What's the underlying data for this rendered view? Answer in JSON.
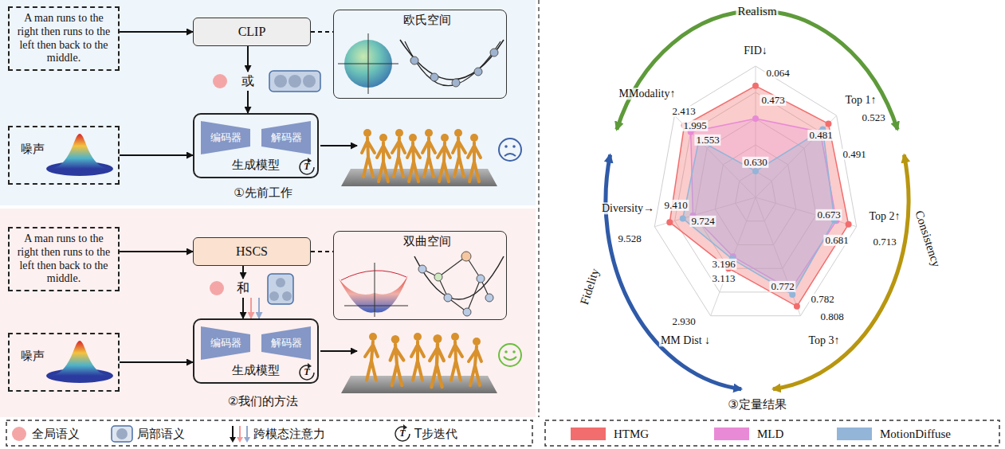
{
  "diagram": {
    "nodes": [
      {
        "text": [
          "①先前工作"
        ]
      },
      {
        "text": [
          "A man runs to the right then runs to the left then back to the middle."
        ],
        "in": 0
      },
      {
        "text": [
          "CLIP"
        ],
        "in": 0
      },
      {
        "text": [
          "欧氏空间"
        ],
        "in": 0
      },
      {
        "text": [
          "或"
        ],
        "in": 0
      },
      {
        "text": [
          "噪声"
        ],
        "in": 0
      },
      {
        "text": [
          "生成模型"
        ],
        "in": 0
      },
      {
        "text": [
          "编码器"
        ],
        "in": 6
      },
      {
        "text": [
          "解码器"
        ],
        "in": 6
      },
      {
        "text": [
          "②我们的方法"
        ]
      },
      {
        "text": [
          "A man runs to the right then runs to the left then back to the middle."
        ],
        "in": 9
      },
      {
        "text": [
          "HSCS"
        ],
        "in": 9
      },
      {
        "text": [
          "双曲空间"
        ],
        "in": 9
      },
      {
        "text": [
          "和"
        ],
        "in": 9
      },
      {
        "text": [
          "噪声"
        ],
        "in": 9
      },
      {
        "text": [
          "生成模型"
        ],
        "in": 9
      },
      {
        "text": [
          "编码器"
        ],
        "in": 15
      },
      {
        "text": [
          "解码器"
        ],
        "in": 15
      }
    ],
    "edges": [
      {
        "from": 1,
        "to": 2,
        "arrow": "to"
      },
      {
        "from": 2,
        "to": 3,
        "arrow": "none"
      },
      {
        "from": 2,
        "to": 4,
        "arrow": "to"
      },
      {
        "from": 4,
        "to": 6,
        "arrow": "to"
      },
      {
        "from": 5,
        "to": 6,
        "arrow": "to"
      },
      {
        "from": 10,
        "to": 11,
        "arrow": "to"
      },
      {
        "from": 11,
        "to": 12,
        "arrow": "none"
      },
      {
        "from": 11,
        "to": 13,
        "arrow": "to"
      },
      {
        "from": 13,
        "to": 15,
        "arrow": "to"
      },
      {
        "from": 14,
        "to": 15,
        "arrow": "to"
      }
    ],
    "labels": [
      "T",
      "T",
      "T",
      "Realism",
      "FID↓",
      "0.064",
      "0.473",
      "0.630",
      "Top 1↑",
      "0.523",
      "0.481",
      "0.491",
      "Top 2↑",
      "0.673",
      "0.681",
      "0.713",
      "Top 3↑",
      "0.772",
      "0.782",
      "0.808",
      "MM Dist ↓",
      "3.196",
      "3.113",
      "2.930",
      "Diversity→",
      "9.410",
      "9.528",
      "9.724",
      "MModality↑",
      "2.413",
      "1.995",
      "1.553",
      "Consistency",
      "Fidelity",
      "③定量结果"
    ],
    "legend": [
      {
        "text": "全局语义",
        "color": "#f4a6a6"
      },
      {
        "text": "局部语义"
      },
      {
        "text": "跨模态注意力"
      },
      {
        "text": "T步迭代"
      },
      {
        "text": "HTMG",
        "color": "#f26d6d"
      },
      {
        "text": "MLD",
        "color": "#e98ad6"
      },
      {
        "text": "MotionDiffuse",
        "color": "#93b5d8"
      }
    ]
  }
}
